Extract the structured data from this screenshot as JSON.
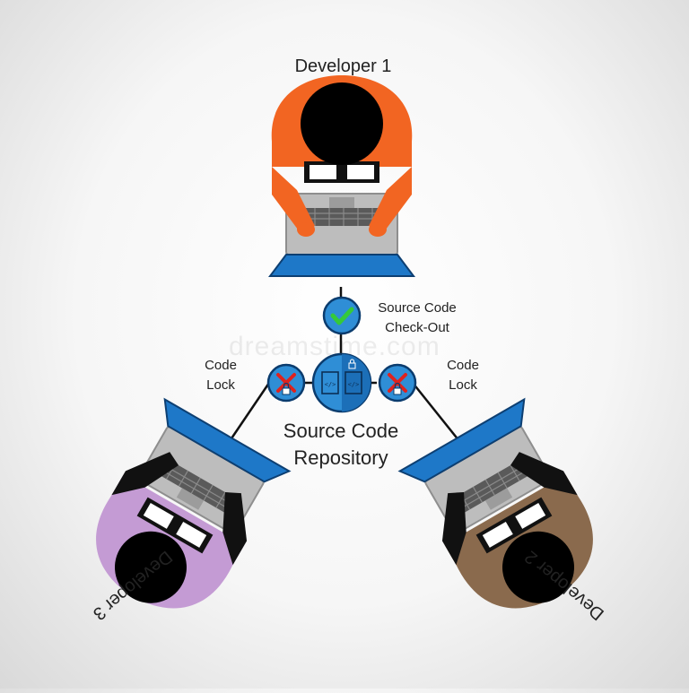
{
  "colors": {
    "developer1_shirt": "#f26522",
    "developer2_shirt": "#8a6a4d",
    "developer3_shirt": "#c49bd4",
    "laptop_screen": "#1e78c8",
    "laptop_body": "#bdbdbd",
    "status_circle": "#2f8ed6",
    "check": "#35c93a",
    "cross": "#e0221d"
  },
  "developers": {
    "d1": {
      "name": "Developer  1"
    },
    "d2": {
      "name": "Developer 2"
    },
    "d3": {
      "name": "Developer 3"
    }
  },
  "links": {
    "checkout": {
      "line1": "Source Code",
      "line2": "Check-Out",
      "icon": "check-icon"
    },
    "lock_left": {
      "line1": "Code",
      "line2": "Lock",
      "icon": "cross-lock-icon"
    },
    "lock_right": {
      "line1": "Code",
      "line2": "Lock",
      "icon": "cross-lock-icon"
    }
  },
  "repository": {
    "line1": "Source Code",
    "line2": "Repository",
    "icons": [
      "code-file-icon",
      "code-file-icon",
      "lock-icon"
    ]
  },
  "watermark": "dreamstime.com"
}
